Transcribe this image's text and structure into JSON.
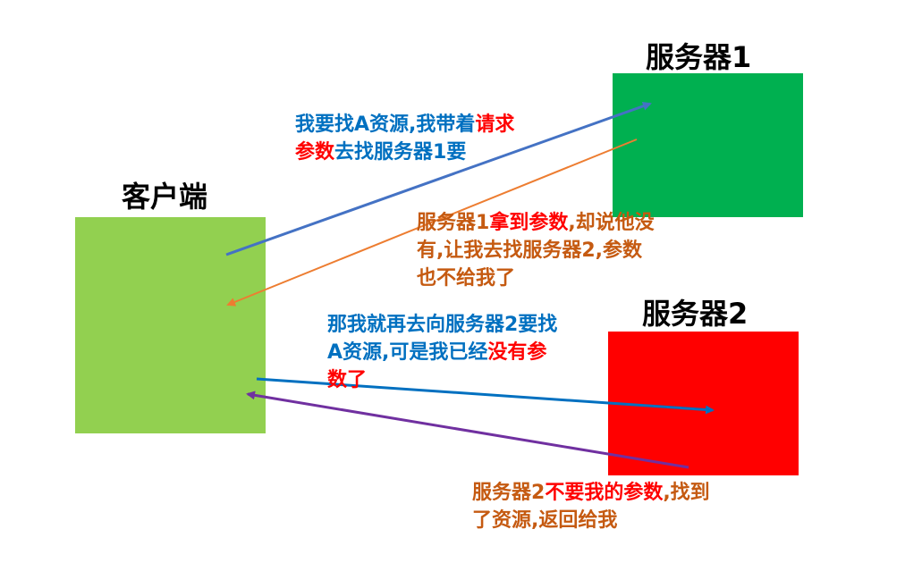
{
  "nodes": {
    "client": {
      "label": "客户端",
      "color": "#92d050"
    },
    "server1": {
      "label": "服务器1",
      "color": "#00b050"
    },
    "server2": {
      "label": "服务器2",
      "color": "#ff0000"
    }
  },
  "messages": {
    "m1": {
      "line1_a": "我要找A资源,我带着",
      "line1_b": "请求",
      "line2_a": "参数",
      "line2_b": "去找服务器1要"
    },
    "m2": {
      "line1_a": "服务器1",
      "line1_b": "拿到参数",
      "line1_c": ",却说他没",
      "line2": "有,让我去找服务器2,参数",
      "line3": "也不给我了"
    },
    "m3": {
      "line1": "那我就再去向服务器2要找",
      "line2_a": "A资源,可是我已经",
      "line2_b": "没有参",
      "line3": "数了"
    },
    "m4": {
      "line1_a": "服务器2",
      "line1_b": "不要我的参数",
      "line1_c": ",找到",
      "line2": "了资源,返回给我"
    }
  },
  "arrows": {
    "a1_color": "#4472c4",
    "a2_color": "#ed7d31",
    "a3_color": "#0070c0",
    "a4_color": "#7030a0"
  }
}
